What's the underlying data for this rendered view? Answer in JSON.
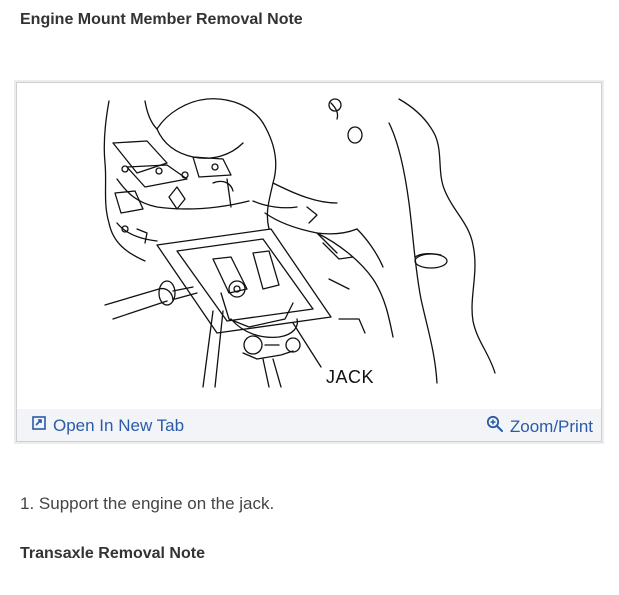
{
  "headings": {
    "first": "Engine Mount Member Removal Note",
    "second": "Transaxle Removal Note"
  },
  "figure": {
    "label": "JACK",
    "open_tab_label": "Open In New Tab",
    "zoom_label": "Zoom/Print",
    "link_color": "#2a5aa8",
    "toolbar_color": "#f2f4f8"
  },
  "steps": [
    "1. Support the engine on the jack."
  ]
}
